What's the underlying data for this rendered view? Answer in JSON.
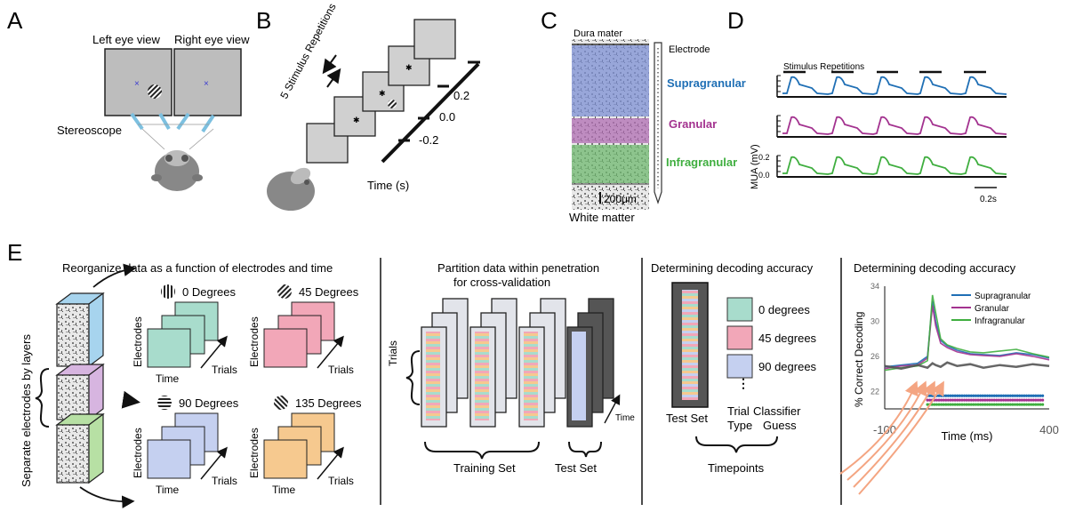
{
  "panels": {
    "a": {
      "letter": "A",
      "left_eye": "Left eye view",
      "right_eye": "Right eye view",
      "stereoscope": "Stereoscope"
    },
    "b": {
      "letter": "B",
      "repetitions": "5 Stimulus Repetitions",
      "t_pos": "0.2",
      "t_zero": "0.0",
      "t_neg": "-0.2",
      "time_axis": "Time (s)"
    },
    "c": {
      "letter": "C",
      "dura": "Dura mater",
      "electrode": "Electrode",
      "supra": "Supragranular",
      "granular": "Granular",
      "infra": "Infragranular",
      "scale": "200μm",
      "white": "White matter"
    },
    "d": {
      "letter": "D",
      "stim_reps": "Stimulus Repetitions",
      "ylabel": "MUA (mV)",
      "y_top": "0.2",
      "y_bottom": "0.0",
      "scale": "0.2s"
    },
    "e": {
      "letter": "E",
      "separate": "Separate electrodes by layers",
      "reorganize": "Reorganize data as a function of electrodes and time",
      "deg0": "0 Degrees",
      "deg45": "45 Degrees",
      "deg90": "90 Degrees",
      "deg135": "135 Degrees",
      "electrodes": "Electrodes",
      "time": "Time",
      "trials": "Trials",
      "partition_1": "Partition data within penetration",
      "partition_2": "for cross-validation",
      "trials_axis": "Trials",
      "time_arrow": "Time",
      "training_set": "Training Set",
      "test_set": "Test Set",
      "det_title": "Determining decoding accuracy",
      "leg0": "0 degrees",
      "leg45": "45 degrees",
      "leg90": "90 degrees",
      "test_set_col": "Test Set",
      "trial_type_1": "Trial",
      "trial_type_2": "Type",
      "classifier_1": "Classifier",
      "classifier_2": "Guess",
      "timepoints": "Timepoints",
      "chart_title": "Determining decoding accuracy"
    }
  },
  "colors": {
    "supra": "#1f6fb5",
    "granular": "#a3328f",
    "infra": "#3fae3f",
    "c0": "#a8dccc",
    "c45": "#f2a7b8",
    "c90": "#c5d0f0",
    "c135": "#f6c98f"
  },
  "chart_data": {
    "type": "line",
    "title": "Determining decoding accuracy",
    "xlabel": "Time (ms)",
    "ylabel": "% Correct  Decoding",
    "xlim": [
      -100,
      400
    ],
    "ylim": [
      20,
      34
    ],
    "x_ticks": [
      "-100",
      "400"
    ],
    "y_ticks": [
      "22",
      "26",
      "30",
      "34"
    ],
    "legend_position": "top-right",
    "series": [
      {
        "name": "Supragranular",
        "x": [
          -100,
          -50,
          0,
          30,
          45,
          55,
          70,
          90,
          120,
          160,
          200,
          250,
          300,
          350,
          400
        ],
        "values": [
          24.8,
          25.0,
          25.2,
          26,
          32.3,
          30,
          27.8,
          27.2,
          26.7,
          26.3,
          26.2,
          26.1,
          26.4,
          26.2,
          25.8
        ]
      },
      {
        "name": "Granular",
        "x": [
          -100,
          -50,
          0,
          30,
          45,
          55,
          70,
          90,
          120,
          160,
          200,
          250,
          300,
          350,
          400
        ],
        "values": [
          24.6,
          24.9,
          25.0,
          25.8,
          31.8,
          29.5,
          27.5,
          27.0,
          26.5,
          26.2,
          26.1,
          26.0,
          26.3,
          26.0,
          25.6
        ]
      },
      {
        "name": "Infragranular",
        "x": [
          -100,
          -50,
          0,
          30,
          45,
          55,
          70,
          90,
          120,
          160,
          200,
          250,
          300,
          350,
          400
        ],
        "values": [
          24.4,
          24.7,
          24.9,
          25.5,
          33.0,
          31.0,
          28.0,
          27.3,
          26.9,
          26.5,
          26.4,
          26.6,
          26.8,
          26.3,
          25.9
        ]
      },
      {
        "x": [
          -100,
          -50,
          0,
          30,
          45,
          55,
          70,
          90,
          120,
          160,
          200,
          250,
          300,
          350,
          400
        ],
        "values": [
          24.9,
          24.6,
          25.0,
          24.7,
          25.2,
          25.0,
          24.8,
          25.3,
          24.9,
          25.1,
          24.7,
          25.0,
          24.8,
          25.1,
          24.9
        ]
      }
    ]
  }
}
